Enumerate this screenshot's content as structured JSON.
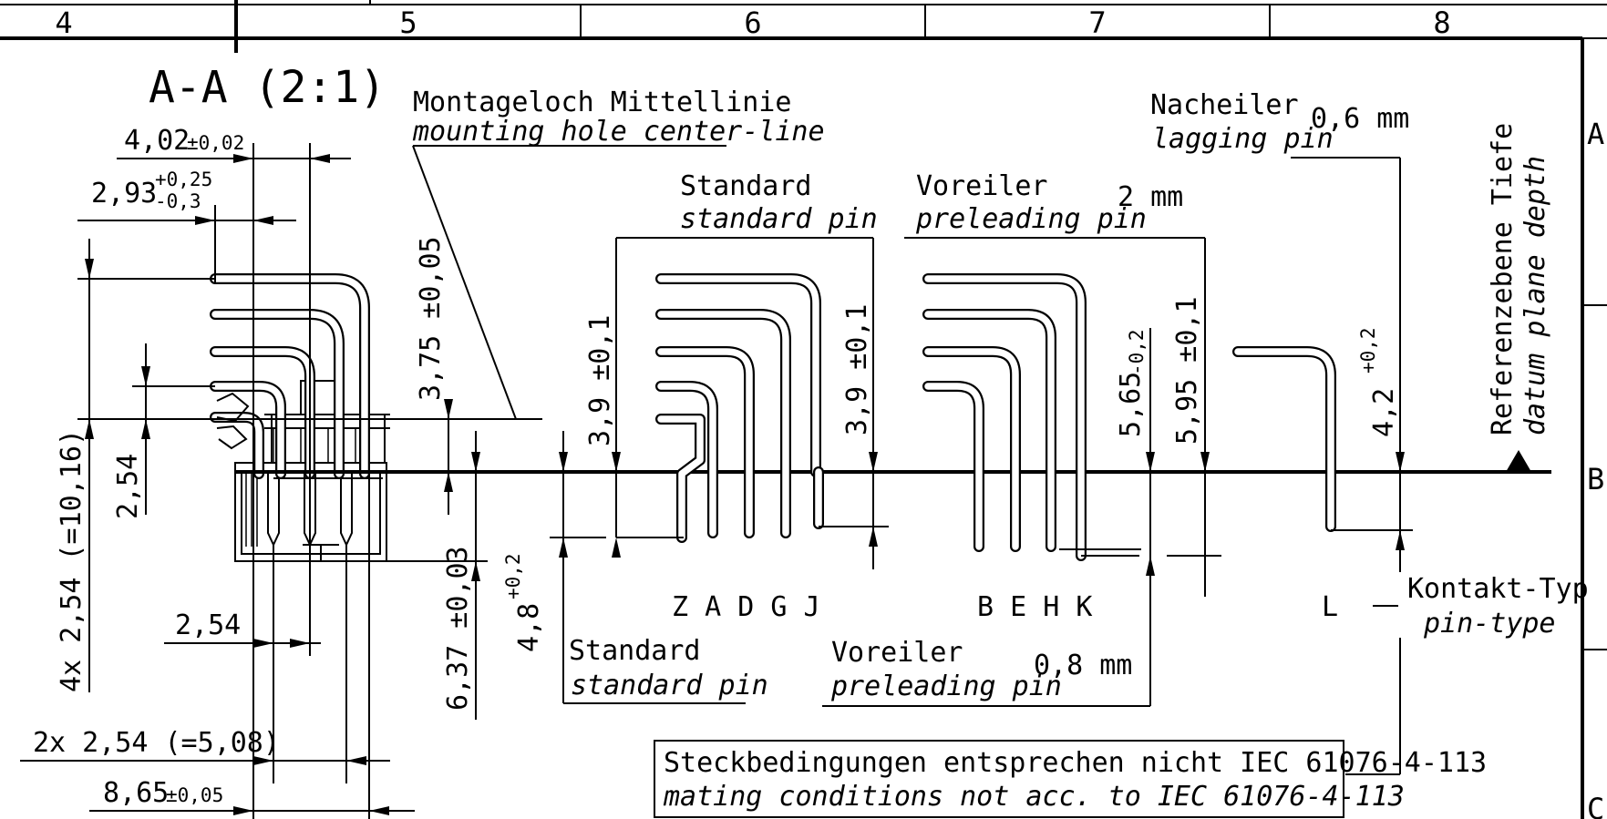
{
  "zones_top": [
    "4",
    "5",
    "6",
    "7",
    "8"
  ],
  "zones_right": [
    "A",
    "B",
    "C"
  ],
  "section_title": "A-A (2:1)",
  "mounting_hole": {
    "de": "Montageloch Mittellinie",
    "en": "mounting hole center-line"
  },
  "lagging_pin": {
    "de": "Nacheiler",
    "en": "lagging pin",
    "value": "0,6 mm"
  },
  "standard_pin_top": {
    "de": "Standard",
    "en": "standard pin"
  },
  "preleading_pin_top": {
    "de": "Voreiler",
    "en": "preleading pin",
    "value": "2 mm"
  },
  "reference_plane": {
    "de": "Referenzebene Tiefe",
    "en": "datum plane depth"
  },
  "standard_pin_bottom": {
    "de": "Standard",
    "en": "standard pin"
  },
  "preleading_pin_bottom": {
    "de": "Voreiler",
    "en": "preleading pin",
    "value": "0,8 mm"
  },
  "contact_type": {
    "de": "Kontakt-Typ",
    "en": "pin-type"
  },
  "pin_groups": {
    "standard": "Z A D G J",
    "preleading": "B E H K",
    "lagging": "L"
  },
  "note": {
    "de": "Steckbedingungen entsprechen nicht IEC 61076-4-113",
    "en": "mating conditions not acc. to IEC 61076-4-113"
  },
  "dimensions": {
    "d_402": "4,02",
    "d_402_tol": "±0,02",
    "d_293": "2,93",
    "d_293_tol_up": "+0,25",
    "d_293_tol_low": "-0,3",
    "d_375": "3,75 ±0,05",
    "d_254_v": "2,54",
    "d_4x254": "4x 2,54 (=10,16)",
    "d_254_h": "2,54",
    "d_2x254": "2x 2,54 (=5,08)",
    "d_865": "8,65",
    "d_865_tol": "±0,05",
    "d_637": "6,37 ±0,03",
    "d_48": "4,8",
    "d_48_tol": "+0,2",
    "d_39_left": "3,9 ±0,1",
    "d_39_right": "3,9 ±0,1",
    "d_565": "5,65",
    "d_565_tol": "-0,2",
    "d_595": "5,95 ±0,1",
    "d_42": "4,2",
    "d_42_tol": "+0,2"
  }
}
